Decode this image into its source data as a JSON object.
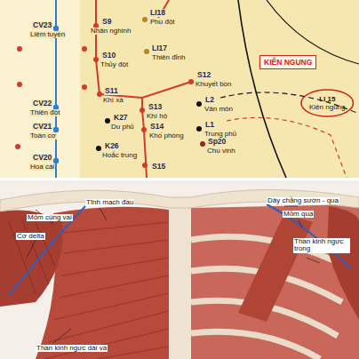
{
  "diagram": {
    "nodes": [
      {
        "text": [
          "KIÊN NGUNG"
        ]
      },
      {
        "text": [
          "LI 15",
          "Kiên ngung"
        ]
      }
    ],
    "labels": [
      "CV23",
      "Liêm tuyền",
      "S9",
      "Nhân nghinh",
      "LI18",
      "Phù đột",
      "S10",
      "Thủy đột",
      "LI17",
      "Thiên đỉnh",
      "S11",
      "Khí xá",
      "S12",
      "Khuyết bồn",
      "CV22",
      "Thiên đột",
      "K27",
      "Du phủ",
      "S13",
      "Khí hộ",
      "L2",
      "Vân môn",
      "CV21",
      "Toàn cơ",
      "S14",
      "Khố phòng",
      "L1",
      "Trung phủ",
      "K26",
      "Hoắc trung",
      "Sp20",
      "Chu vinh",
      "CV20",
      "Hoa cái",
      "S15",
      "Tĩnh mạch đầu",
      "Mỏm cùng vai",
      "Cơ delta",
      "Dây chằng sườn - quạ",
      "Mỏm quạ",
      "Thần kinh ngực trong",
      "Thần kinh ngực dài và"
    ]
  }
}
